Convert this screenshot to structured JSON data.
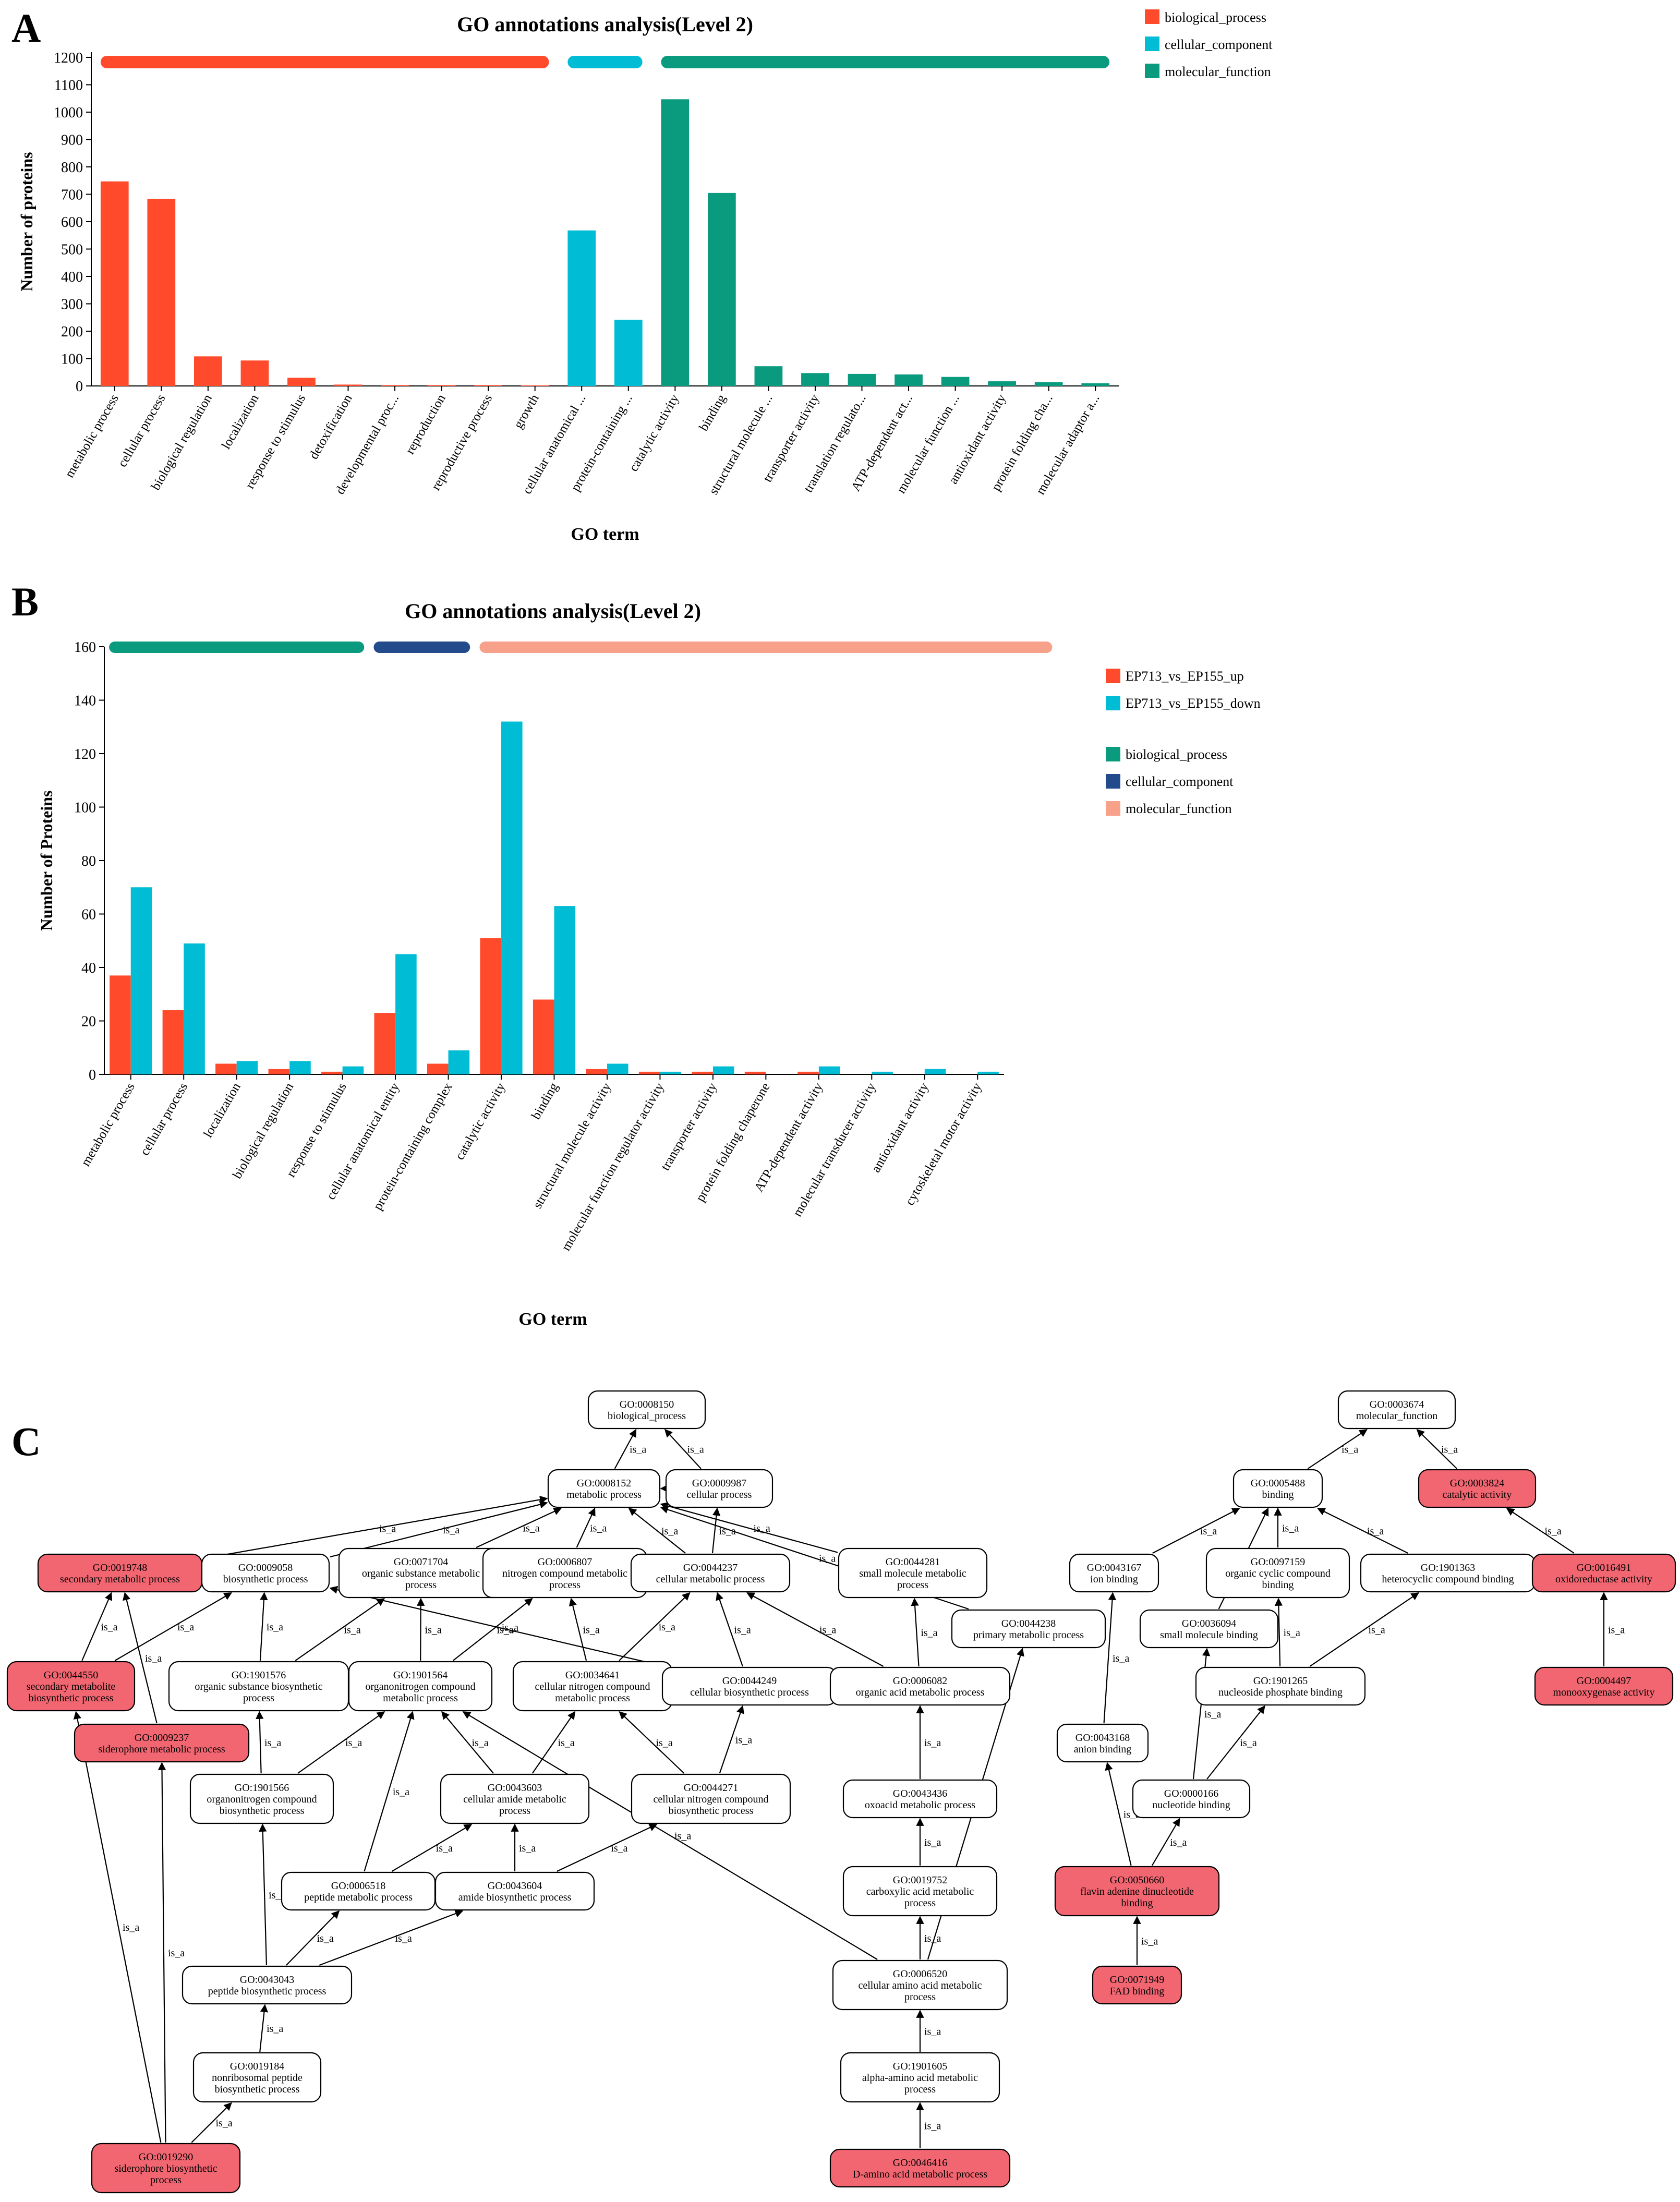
{
  "panel_letters": {
    "a": "A",
    "b": "B",
    "c": "C"
  },
  "edge_label": "is_a",
  "colors": {
    "bp_A": "#ff4b2b",
    "cc_A": "#00bcd4",
    "mf_A": "#0a9a7e",
    "up_B": "#ff4b2b",
    "down_B": "#00bcd4",
    "bp_B": "#0a9a7e",
    "cc_B": "#234a8a",
    "mf_B": "#f7a08a",
    "highlight_node": "#f26672"
  },
  "chart_data": [
    {
      "type": "bar",
      "title": "GO annotations analysis(Level 2)",
      "xlabel": "GO term",
      "ylabel": "Number of proteins",
      "ylim": [
        0,
        1200
      ],
      "yticks": [
        0,
        100,
        200,
        300,
        400,
        500,
        600,
        700,
        800,
        900,
        1000,
        1100,
        1200
      ],
      "grid": false,
      "legend_position": "top-right",
      "legend": [
        "biological_process",
        "cellular_component",
        "molecular_function"
      ],
      "category_groups": [
        {
          "name": "biological_process",
          "start": 0,
          "end": 9
        },
        {
          "name": "cellular_component",
          "start": 10,
          "end": 11
        },
        {
          "name": "molecular_function",
          "start": 12,
          "end": 21
        }
      ],
      "categories": [
        "metabolic process",
        "cellular process",
        "biological regulation",
        "localization",
        "response to stimulus",
        "detoxification",
        "developmental proc...",
        "reproduction",
        "reproductive process",
        "growth",
        "cellular anatomical ...",
        "protein-containing ...",
        "catalytic activity",
        "binding",
        "structural molecule ...",
        "transporter activity",
        "translation regulato...",
        "ATP-dependent act...",
        "molecular function ...",
        "antioxidant activity",
        "protein folding cha...",
        "molecular adaptor a..."
      ],
      "values": [
        747,
        683,
        108,
        93,
        30,
        5,
        3,
        3,
        3,
        2,
        568,
        242,
        1047,
        705,
        72,
        47,
        44,
        42,
        33,
        17,
        14,
        10
      ]
    },
    {
      "type": "bar",
      "title": "GO annotations analysis(Level 2)",
      "xlabel": "GO term",
      "ylabel": "Number of Proteins",
      "ylim": [
        0,
        160
      ],
      "yticks": [
        0,
        20,
        40,
        60,
        80,
        100,
        120,
        140,
        160
      ],
      "grid": false,
      "legend_position": "right",
      "legend_series": [
        "EP713_vs_EP155_up",
        "EP713_vs_EP155_down"
      ],
      "legend_groups": [
        "biological_process",
        "cellular_component",
        "molecular_function"
      ],
      "category_groups": [
        {
          "name": "biological_process",
          "start": 0,
          "end": 4
        },
        {
          "name": "cellular_component",
          "start": 5,
          "end": 6
        },
        {
          "name": "molecular_function",
          "start": 7,
          "end": 17
        }
      ],
      "categories": [
        "metabolic process",
        "cellular process",
        "localization",
        "biological regulation",
        "response to stimulus",
        "cellular anatomical entity",
        "protein-containing complex",
        "catalytic activity",
        "binding",
        "structural molecule activity",
        "molecular function regulator activity",
        "transporter activity",
        "protein folding chaperone",
        "ATP-dependent activity",
        "molecular transducer activity",
        "antioxidant activity",
        "cytoskeletal motor activity"
      ],
      "series": [
        {
          "name": "EP713_vs_EP155_up",
          "values": [
            37,
            24,
            4,
            2,
            1,
            23,
            4,
            51,
            28,
            2,
            1,
            1,
            1,
            1,
            0,
            0,
            0
          ]
        },
        {
          "name": "EP713_vs_EP155_down",
          "values": [
            70,
            49,
            5,
            5,
            3,
            45,
            9,
            132,
            63,
            4,
            1,
            3,
            0,
            3,
            1,
            2,
            1
          ]
        }
      ]
    }
  ],
  "go_graph": {
    "nodes": [
      {
        "id": "n8150",
        "lines": [
          "GO:0008150",
          "biological_process"
        ],
        "hl": false
      },
      {
        "id": "n8152",
        "lines": [
          "GO:0008152",
          "metabolic process"
        ],
        "hl": false
      },
      {
        "id": "n9987",
        "lines": [
          "GO:0009987",
          "cellular process"
        ],
        "hl": false
      },
      {
        "id": "n19748",
        "lines": [
          "GO:0019748",
          "secondary metabolic process"
        ],
        "hl": true
      },
      {
        "id": "n9058",
        "lines": [
          "GO:0009058",
          "biosynthetic process"
        ],
        "hl": false
      },
      {
        "id": "n71704",
        "lines": [
          "GO:0071704",
          "organic substance metabolic",
          "process"
        ],
        "hl": false
      },
      {
        "id": "n6807",
        "lines": [
          "GO:0006807",
          "nitrogen compound metabolic",
          "process"
        ],
        "hl": false
      },
      {
        "id": "n44237",
        "lines": [
          "GO:0044237",
          "cellular metabolic process"
        ],
        "hl": false
      },
      {
        "id": "n44281",
        "lines": [
          "GO:0044281",
          "small molecule metabolic",
          "process"
        ],
        "hl": false
      },
      {
        "id": "n44238",
        "lines": [
          "GO:0044238",
          "primary metabolic process"
        ],
        "hl": false
      },
      {
        "id": "n44550",
        "lines": [
          "GO:0044550",
          "secondary metabolite",
          "biosynthetic process"
        ],
        "hl": true
      },
      {
        "id": "n9237",
        "lines": [
          "GO:0009237",
          "siderophore metabolic process"
        ],
        "hl": true
      },
      {
        "id": "n1901576",
        "lines": [
          "GO:1901576",
          "organic substance biosynthetic",
          "process"
        ],
        "hl": false
      },
      {
        "id": "n1901564",
        "lines": [
          "GO:1901564",
          "organonitrogen compound",
          "metabolic process"
        ],
        "hl": false
      },
      {
        "id": "n34641",
        "lines": [
          "GO:0034641",
          "cellular nitrogen compound",
          "metabolic process"
        ],
        "hl": false
      },
      {
        "id": "n44249",
        "lines": [
          "GO:0044249",
          "cellular biosynthetic process"
        ],
        "hl": false
      },
      {
        "id": "n6082",
        "lines": [
          "GO:0006082",
          "organic acid metabolic process"
        ],
        "hl": false
      },
      {
        "id": "n1901566",
        "lines": [
          "GO:1901566",
          "organonitrogen compound",
          "biosynthetic process"
        ],
        "hl": false
      },
      {
        "id": "n43603",
        "lines": [
          "GO:0043603",
          "cellular amide metabolic",
          "process"
        ],
        "hl": false
      },
      {
        "id": "n44271",
        "lines": [
          "GO:0044271",
          "cellular nitrogen compound",
          "biosynthetic process"
        ],
        "hl": false
      },
      {
        "id": "n43436",
        "lines": [
          "GO:0043436",
          "oxoacid metabolic process"
        ],
        "hl": false
      },
      {
        "id": "n6518",
        "lines": [
          "GO:0006518",
          "peptide metabolic process"
        ],
        "hl": false
      },
      {
        "id": "n43604",
        "lines": [
          "GO:0043604",
          "amide biosynthetic process"
        ],
        "hl": false
      },
      {
        "id": "n19752",
        "lines": [
          "GO:0019752",
          "carboxylic acid metabolic",
          "process"
        ],
        "hl": false
      },
      {
        "id": "n43043",
        "lines": [
          "GO:0043043",
          "peptide biosynthetic process"
        ],
        "hl": false
      },
      {
        "id": "n6520",
        "lines": [
          "GO:0006520",
          "cellular amino acid metabolic",
          "process"
        ],
        "hl": false
      },
      {
        "id": "n19184",
        "lines": [
          "GO:0019184",
          "nonribosomal peptide",
          "biosynthetic process"
        ],
        "hl": false
      },
      {
        "id": "n1901605",
        "lines": [
          "GO:1901605",
          "alpha-amino acid metabolic",
          "process"
        ],
        "hl": false
      },
      {
        "id": "n19290",
        "lines": [
          "GO:0019290",
          "siderophore biosynthetic",
          "process"
        ],
        "hl": true
      },
      {
        "id": "n46416",
        "lines": [
          "GO:0046416",
          "D-amino acid metabolic process"
        ],
        "hl": true
      },
      {
        "id": "n3674",
        "lines": [
          "GO:0003674",
          "molecular_function"
        ],
        "hl": false
      },
      {
        "id": "n5488",
        "lines": [
          "GO:0005488",
          "binding"
        ],
        "hl": false
      },
      {
        "id": "n3824",
        "lines": [
          "GO:0003824",
          "catalytic activity"
        ],
        "hl": true
      },
      {
        "id": "n43167",
        "lines": [
          "GO:0043167",
          "ion binding"
        ],
        "hl": false
      },
      {
        "id": "n97159",
        "lines": [
          "GO:0097159",
          "organic cyclic compound",
          "binding"
        ],
        "hl": false
      },
      {
        "id": "n1901363",
        "lines": [
          "GO:1901363",
          "heterocyclic compound binding"
        ],
        "hl": false
      },
      {
        "id": "n16491",
        "lines": [
          "GO:0016491",
          "oxidoreductase activity"
        ],
        "hl": true
      },
      {
        "id": "n36094",
        "lines": [
          "GO:0036094",
          "small molecule binding"
        ],
        "hl": false
      },
      {
        "id": "n1901265",
        "lines": [
          "GO:1901265",
          "nucleoside phosphate binding"
        ],
        "hl": false
      },
      {
        "id": "n4497",
        "lines": [
          "GO:0004497",
          "monooxygenase activity"
        ],
        "hl": true
      },
      {
        "id": "n43168",
        "lines": [
          "GO:0043168",
          "anion binding"
        ],
        "hl": false
      },
      {
        "id": "n166",
        "lines": [
          "GO:0000166",
          "nucleotide binding"
        ],
        "hl": false
      },
      {
        "id": "n50660",
        "lines": [
          "GO:0050660",
          "flavin adenine dinucleotide",
          "binding"
        ],
        "hl": true
      },
      {
        "id": "n71949",
        "lines": [
          "GO:0071949",
          "FAD binding"
        ],
        "hl": true
      }
    ],
    "edges": [
      [
        "n8152",
        "n8150"
      ],
      [
        "n9987",
        "n8150"
      ],
      [
        "n9987",
        "n8152"
      ],
      [
        "n19748",
        "n8152"
      ],
      [
        "n9058",
        "n8152"
      ],
      [
        "n71704",
        "n8152"
      ],
      [
        "n6807",
        "n8152"
      ],
      [
        "n44237",
        "n8152"
      ],
      [
        "n44281",
        "n8152"
      ],
      [
        "n44238",
        "n8152"
      ],
      [
        "n44237",
        "n9987"
      ],
      [
        "n44550",
        "n19748"
      ],
      [
        "n44550",
        "n9058"
      ],
      [
        "n9237",
        "n19748"
      ],
      [
        "n1901576",
        "n9058"
      ],
      [
        "n1901576",
        "n71704"
      ],
      [
        "n1901564",
        "n71704"
      ],
      [
        "n1901564",
        "n6807"
      ],
      [
        "n34641",
        "n6807"
      ],
      [
        "n34641",
        "n44237"
      ],
      [
        "n44249",
        "n9058"
      ],
      [
        "n44249",
        "n44237"
      ],
      [
        "n6082",
        "n44237"
      ],
      [
        "n6082",
        "n44281"
      ],
      [
        "n1901566",
        "n1901576"
      ],
      [
        "n1901566",
        "n1901564"
      ],
      [
        "n43603",
        "n1901564"
      ],
      [
        "n43603",
        "n34641"
      ],
      [
        "n44271",
        "n34641"
      ],
      [
        "n44271",
        "n44249"
      ],
      [
        "n43436",
        "n6082"
      ],
      [
        "n6518",
        "n1901564"
      ],
      [
        "n6518",
        "n43603"
      ],
      [
        "n43604",
        "n43603"
      ],
      [
        "n43604",
        "n44271"
      ],
      [
        "n19752",
        "n43436"
      ],
      [
        "n43043",
        "n1901566"
      ],
      [
        "n43043",
        "n6518"
      ],
      [
        "n43043",
        "n43604"
      ],
      [
        "n6520",
        "n1901564"
      ],
      [
        "n6520",
        "n19752"
      ],
      [
        "n6520",
        "n44238"
      ],
      [
        "n19184",
        "n43043"
      ],
      [
        "n1901605",
        "n6520"
      ],
      [
        "n19290",
        "n44550"
      ],
      [
        "n19290",
        "n9237"
      ],
      [
        "n19290",
        "n19184"
      ],
      [
        "n46416",
        "n1901605"
      ],
      [
        "n5488",
        "n3674"
      ],
      [
        "n3824",
        "n3674"
      ],
      [
        "n43167",
        "n5488"
      ],
      [
        "n97159",
        "n5488"
      ],
      [
        "n1901363",
        "n5488"
      ],
      [
        "n36094",
        "n5488"
      ],
      [
        "n16491",
        "n3824"
      ],
      [
        "n1901265",
        "n97159"
      ],
      [
        "n1901265",
        "n1901363"
      ],
      [
        "n4497",
        "n16491"
      ],
      [
        "n43168",
        "n43167"
      ],
      [
        "n166",
        "n36094"
      ],
      [
        "n166",
        "n1901265"
      ],
      [
        "n50660",
        "n43168"
      ],
      [
        "n50660",
        "n166"
      ],
      [
        "n71949",
        "n50660"
      ]
    ]
  }
}
